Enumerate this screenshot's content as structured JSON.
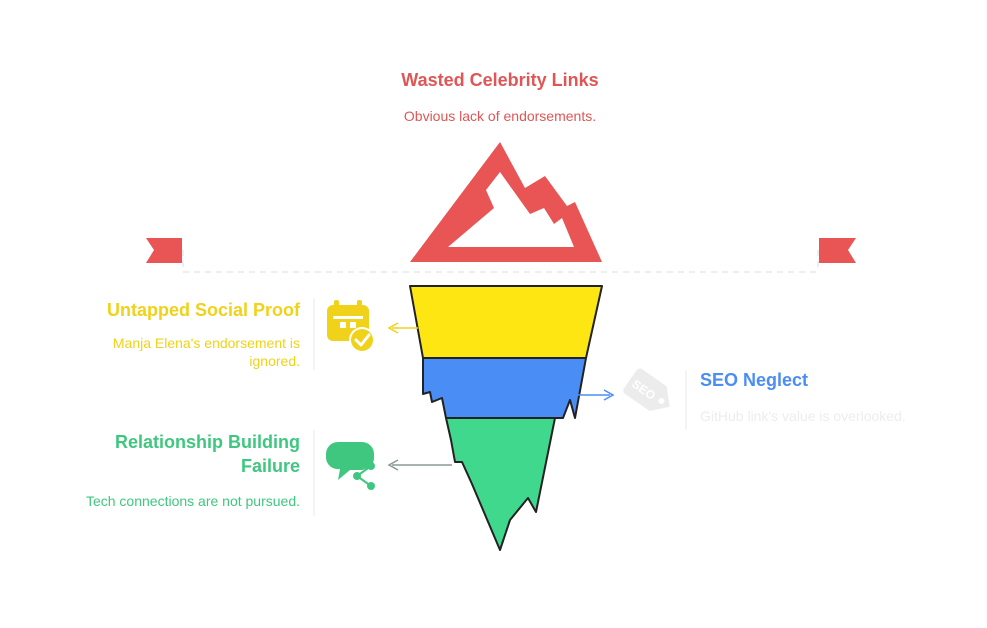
{
  "colors": {
    "red": "#E95454",
    "yellow": "#FDE612",
    "blue": "#4A8DF5",
    "green": "#3FD88C",
    "outline": "#222222"
  },
  "top": {
    "title": "Wasted Celebrity Links",
    "desc": "Obvious lack of endorsements.",
    "icon": "mountain-peak-icon"
  },
  "layers": [
    {
      "title": "Untapped Social Proof",
      "desc": "Manja Elena's endorsement is ignored.",
      "icon": "calendar-check-icon"
    },
    {
      "title": "SEO Neglect",
      "desc": "GitHub link's value is overlooked.",
      "icon": "seo-tag-icon"
    },
    {
      "title": "Relationship Building Failure",
      "desc": "Tech connections are not pursued.",
      "icon": "chat-share-icon"
    }
  ]
}
